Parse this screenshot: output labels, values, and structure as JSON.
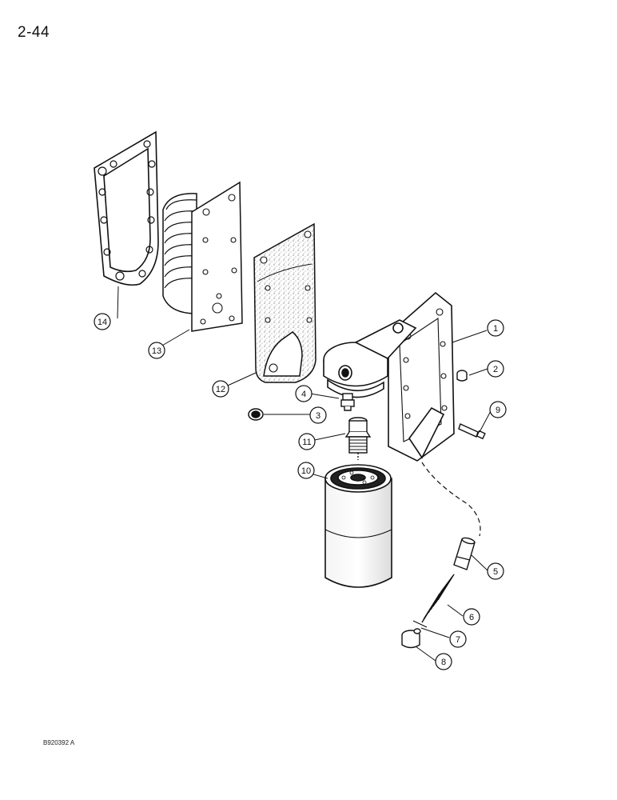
{
  "page_number": "2-44",
  "figure_code": "B920392 A",
  "callouts": [
    {
      "label": "1"
    },
    {
      "label": "2"
    },
    {
      "label": "3"
    },
    {
      "label": "4"
    },
    {
      "label": "5"
    },
    {
      "label": "6"
    },
    {
      "label": "7"
    },
    {
      "label": "8"
    },
    {
      "label": "9"
    },
    {
      "label": "10"
    },
    {
      "label": "11"
    },
    {
      "label": "12"
    },
    {
      "label": "13"
    },
    {
      "label": "14"
    }
  ]
}
